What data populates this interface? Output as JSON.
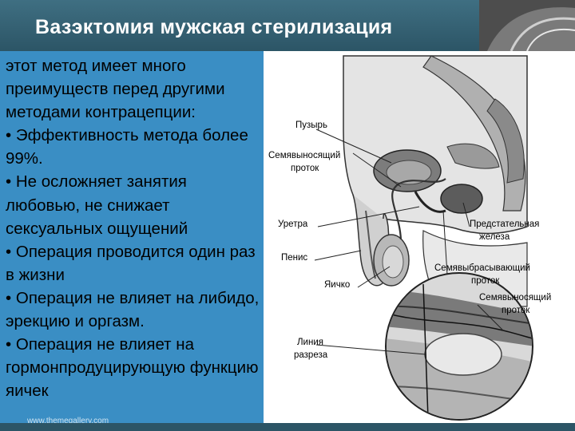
{
  "slide": {
    "title": "Вазэктомия мужская стерилизация",
    "intro": "этот метод имеет много преимуществ перед другими методами контрацепции:",
    "bullets": [
      "• Эффективность метода более 99%.",
      "• Не осложняет занятия любовью, не снижает сексуальных ощущений",
      "• Операция проводится один раз в жизни",
      "• Операция не влияет на либидо, эрекцию и оргазм.",
      "• Операция не влияет на гормонпродуцирующую функцию яичек"
    ],
    "footer_url": "www.themegallery.com"
  },
  "diagram": {
    "labels": {
      "bladder": "Пузырь",
      "vas_deferens_1": "Семявыносящий",
      "vas_deferens_2": "проток",
      "urethra": "Уретра",
      "prostate_1": "Предстательная",
      "prostate_2": "железа",
      "penis": "Пенис",
      "ejaculatory_1": "Семявыбрасывающий",
      "ejaculatory_2": "проток",
      "testicle": "Яичко",
      "vas_deferens_b1": "Семявыносящий",
      "vas_deferens_b2": "проток",
      "cut_line_1": "Линия",
      "cut_line_2": "разреза"
    }
  },
  "colors": {
    "header": "#3f6f82",
    "left_panel": "#3a8ec4",
    "anatomy_dark": "#5a5a5a",
    "anatomy_mid": "#9a9a9a",
    "anatomy_light": "#d6d6d6"
  }
}
